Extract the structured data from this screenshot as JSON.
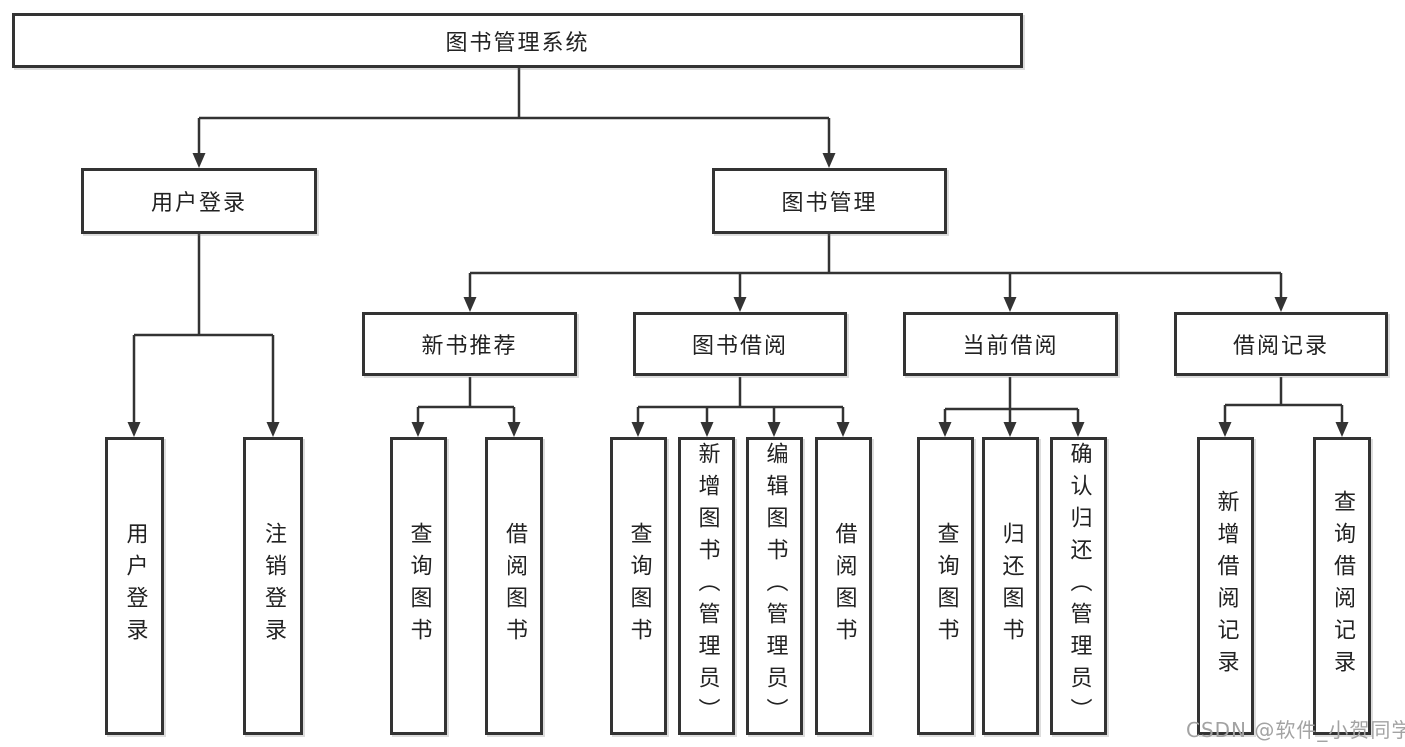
{
  "diagram": {
    "root": {
      "label": "图书管理系统"
    },
    "level2": [
      {
        "label": "用户登录",
        "parent": "图书管理系统"
      },
      {
        "label": "图书管理",
        "parent": "图书管理系统"
      }
    ],
    "level3": [
      {
        "label": "新书推荐",
        "parent": "图书管理"
      },
      {
        "label": "图书借阅",
        "parent": "图书管理"
      },
      {
        "label": "当前借阅",
        "parent": "图书管理"
      },
      {
        "label": "借阅记录",
        "parent": "图书管理"
      }
    ],
    "level4": [
      {
        "label": "用户登录",
        "parent": "用户登录"
      },
      {
        "label": "注销登录",
        "parent": "用户登录"
      },
      {
        "label": "查询图书",
        "parent": "新书推荐"
      },
      {
        "label": "借阅图书",
        "parent": "新书推荐"
      },
      {
        "label": "查询图书",
        "parent": "图书借阅"
      },
      {
        "label": "新增图书（管理员）",
        "parent": "图书借阅"
      },
      {
        "label": "编辑图书（管理员）",
        "parent": "图书借阅"
      },
      {
        "label": "借阅图书",
        "parent": "图书借阅"
      },
      {
        "label": "查询图书",
        "parent": "当前借阅"
      },
      {
        "label": "归还图书",
        "parent": "当前借阅"
      },
      {
        "label": "确认归还（管理员）",
        "parent": "当前借阅"
      },
      {
        "label": "新增借阅记录",
        "parent": "借阅记录"
      },
      {
        "label": "查询借阅记录",
        "parent": "借阅记录"
      }
    ]
  },
  "watermark": {
    "text": "CSDN @软件_小贺同学"
  },
  "colors": {
    "line": "#333333",
    "box_border": "#333333",
    "text": "#222222",
    "watermark": "#a3a3a3",
    "background": "#ffffff"
  }
}
